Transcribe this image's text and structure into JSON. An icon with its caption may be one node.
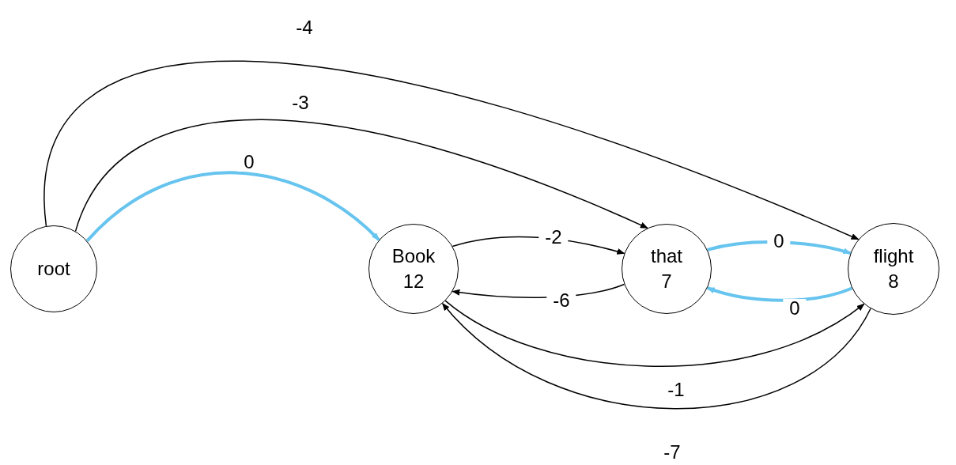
{
  "diagram": {
    "nodes": [
      {
        "text": [
          "root"
        ]
      },
      {
        "text": [
          "Book",
          "12"
        ]
      },
      {
        "text": [
          "that",
          "7"
        ]
      },
      {
        "text": [
          "flight",
          "8"
        ]
      }
    ],
    "edges": [
      {
        "from": 0,
        "to": 3,
        "arrow": "to",
        "label": "-4"
      },
      {
        "from": 0,
        "to": 2,
        "arrow": "to",
        "label": "-3"
      },
      {
        "from": 0,
        "to": 1,
        "arrow": "to",
        "label": "0",
        "style": "thick",
        "color": "#66c4ee"
      },
      {
        "from": 1,
        "to": 2,
        "arrow": "to",
        "label": "-2"
      },
      {
        "from": 2,
        "to": 1,
        "arrow": "to",
        "label": "-6"
      },
      {
        "from": 2,
        "to": 3,
        "arrow": "to",
        "label": "0",
        "style": "thick",
        "color": "#66c4ee"
      },
      {
        "from": 3,
        "to": 2,
        "arrow": "to",
        "label": "0",
        "style": "thick",
        "color": "#66c4ee"
      },
      {
        "from": 1,
        "to": 3,
        "arrow": "to",
        "label": "-1"
      },
      {
        "from": 3,
        "to": 1,
        "arrow": "to",
        "label": "-7"
      }
    ]
  }
}
